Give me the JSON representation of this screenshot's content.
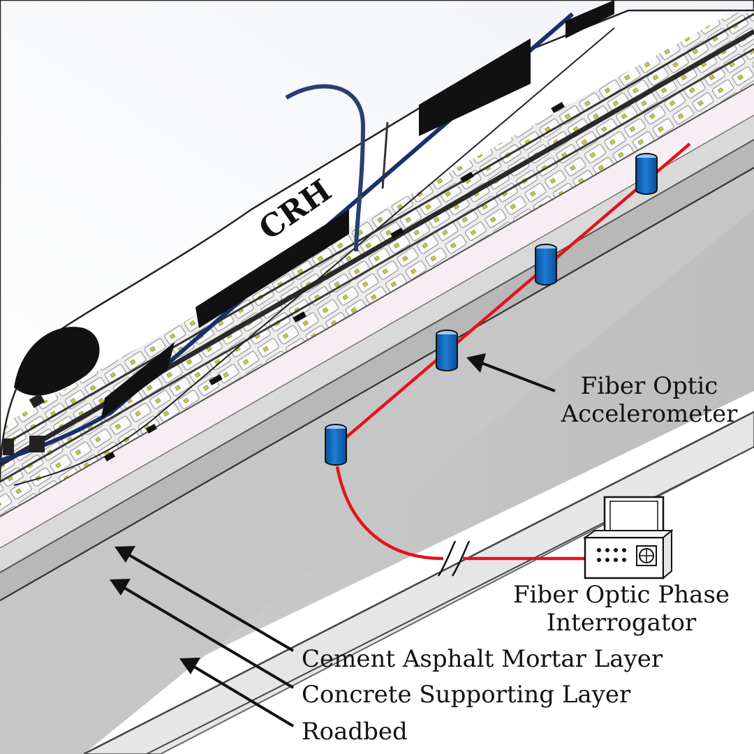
{
  "train": {
    "brand": "CRH"
  },
  "labels": {
    "accelerometer": [
      "Fiber Optic",
      "Accelerometer"
    ],
    "interrogator": [
      "Fiber Optic Phase",
      "Interrogator"
    ],
    "ca_mortar": "Cement Asphalt Mortar Layer",
    "concrete": "Concrete Supporting Layer",
    "roadbed": "Roadbed"
  },
  "colors": {
    "fiber": "#e4131b",
    "sensor": "#0a62b8",
    "train_stripe": "#1a2f6b",
    "layer_pink": "#f7eef4",
    "roadbed_face": "#d0d0d0",
    "roadbed_top": "#e9e9e9"
  },
  "icons": [
    "accelerometer-sensor-icon",
    "computer-monitor-icon",
    "interrogator-unit-icon",
    "fiber-break-icon",
    "arrow-icon"
  ]
}
